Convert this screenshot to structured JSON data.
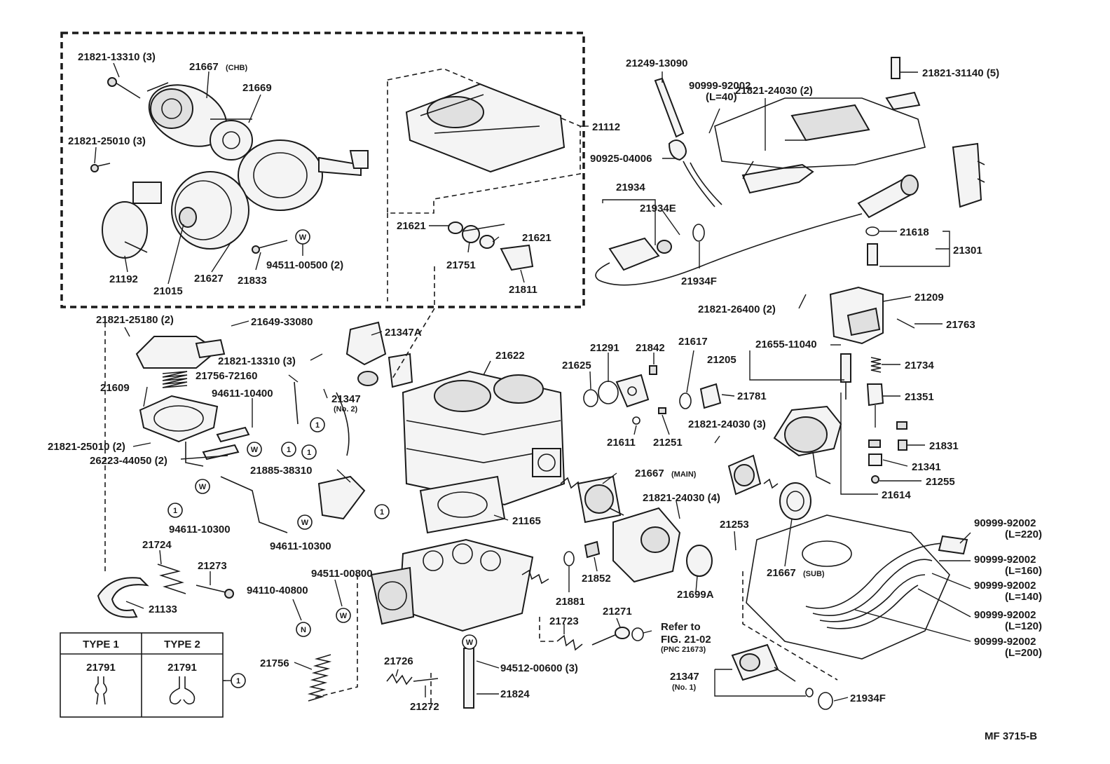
{
  "labels": {
    "p21821_13310_a": "21821-13310 (3)",
    "p21667_chb": "21667",
    "p21667_chb_sub": "(CHB)",
    "p21669": "21669",
    "p21821_25010_a": "21821-25010 (3)",
    "p21192": "21192",
    "p21015": "21015",
    "p21627": "21627",
    "p21833": "21833",
    "p94511_00500": "94511-00500 (2)",
    "p21112": "21112",
    "p21621_a": "21621",
    "p21621_b": "21621",
    "p21751": "21751",
    "p21811": "21811",
    "p21249_13090": "21249-13090",
    "p90999_92002_top": "90999-92002",
    "p90999_92002_top_l": "(L=40)",
    "p21821_24030_a": "21821-24030 (2)",
    "p90925_04006": "90925-04006",
    "p21934": "21934",
    "p21934E": "21934E",
    "p21934F_a": "21934F",
    "p21821_31140": "21821-31140 (5)",
    "p21618": "21618",
    "p21301": "21301",
    "p21821_25180": "21821-25180 (2)",
    "p21649_33080": "21649-33080",
    "p21347A": "21347A",
    "p21821_13310_b": "21821-13310 (3)",
    "p21609": "21609",
    "p21756_72160": "21756-72160",
    "p21347_no2": "21347",
    "p21347_no2_sub": "(No. 2)",
    "p94611_10400": "94611-10400",
    "p21821_25010_b": "21821-25010 (2)",
    "p26223_44050": "26223-44050 (2)",
    "p21885_38310": "21885-38310",
    "p21622": "21622",
    "p21291": "21291",
    "p21842": "21842",
    "p21617": "21617",
    "p21625": "21625",
    "p21781": "21781",
    "p21611": "21611",
    "p21251": "21251",
    "p21821_26400": "21821-26400 (2)",
    "p21655_11040": "21655-11040",
    "p21205": "21205",
    "p21209": "21209",
    "p21763": "21763",
    "p21734": "21734",
    "p21351": "21351",
    "p21821_24030_b": "21821-24030 (3)",
    "p21831": "21831",
    "p21341": "21341",
    "p21255": "21255",
    "p21614": "21614",
    "p94611_10300_a": "94611-10300",
    "p94611_10300_b": "94611-10300",
    "p21667_main": "21667",
    "p21667_main_sub": "(MAIN)",
    "p21821_24030_c": "21821-24030 (4)",
    "p21165": "21165",
    "p21253": "21253",
    "p21667_sub": "21667",
    "p21667_sub_sub": "(SUB)",
    "p90999_220": "90999-92002",
    "p90999_220_l": "(L=220)",
    "p90999_160": "90999-92002",
    "p90999_160_l": "(L=160)",
    "p90999_140": "90999-92002",
    "p90999_140_l": "(L=140)",
    "p90999_120": "90999-92002",
    "p90999_120_l": "(L=120)",
    "p90999_200": "90999-92002",
    "p90999_200_l": "(L=200)",
    "p21724": "21724",
    "p21273": "21273",
    "p94511_00800": "94511-00800",
    "p94110_40800": "94110-40800",
    "p21133": "21133",
    "p21881": "21881",
    "p21852": "21852",
    "p21699A": "21699A",
    "p21723": "21723",
    "p21271": "21271",
    "refer_1": "Refer to",
    "refer_2": "FIG. 21-02",
    "refer_3": "(PNC 21673)",
    "p21756": "21756",
    "p21726": "21726",
    "p21272": "21272",
    "p94512_00600": "94512-00600 (3)",
    "p21824": "21824",
    "p21347_no1": "21347",
    "p21347_no1_sub": "(No. 1)",
    "p21934F_b": "21934F",
    "figure_code": "MF 3715-B"
  },
  "markers": {
    "w": "W",
    "n": "N",
    "one": "1"
  },
  "type_table": {
    "type1_header": "TYPE 1",
    "type2_header": "TYPE 2",
    "type1_part": "21791",
    "type2_part": "21791",
    "ref": "1"
  }
}
